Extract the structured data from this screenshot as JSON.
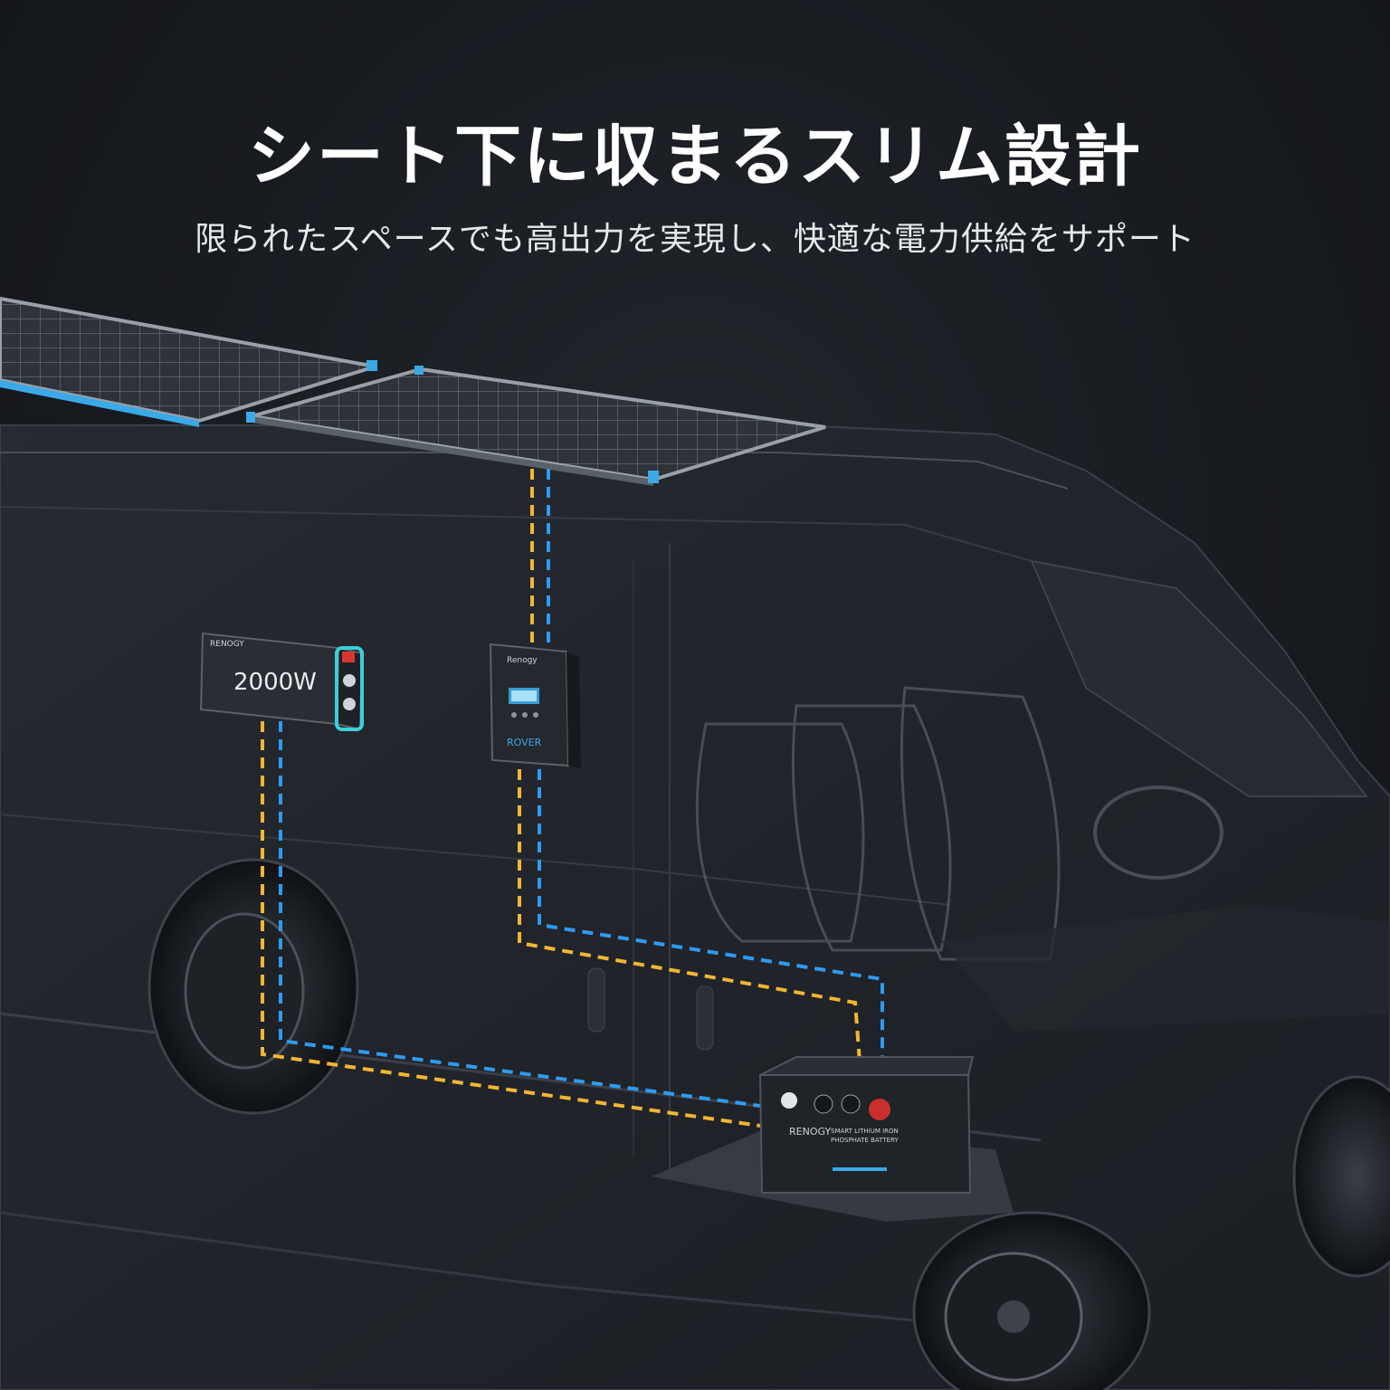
{
  "headline": "シート下に収まるスリム設計",
  "subheadline": "限られたスペースでも高出力を実現し、快適な電力供給をサポート",
  "inverter": {
    "brand": "RENOGY",
    "label": "2000W",
    "icon": "power-inverter-icon"
  },
  "charge_controller": {
    "brand": "Renogy",
    "model": "ROVER",
    "icon": "solar-charge-controller-icon"
  },
  "battery": {
    "brand": "RENOGY",
    "model_line1": "SMART LITHIUM IRON",
    "model_line2": "PHOSPHATE BATTERY",
    "icon": "lithium-battery-icon"
  },
  "solar_panels": {
    "icon": "solar-panel-icon",
    "count_visible": 2
  },
  "wiring": {
    "positive_color": "#f2b632",
    "negative_color": "#2e9bf0"
  },
  "colors": {
    "background": "#1a1d22",
    "accent_blue": "#3aa9e6",
    "text_primary": "#ffffff"
  }
}
